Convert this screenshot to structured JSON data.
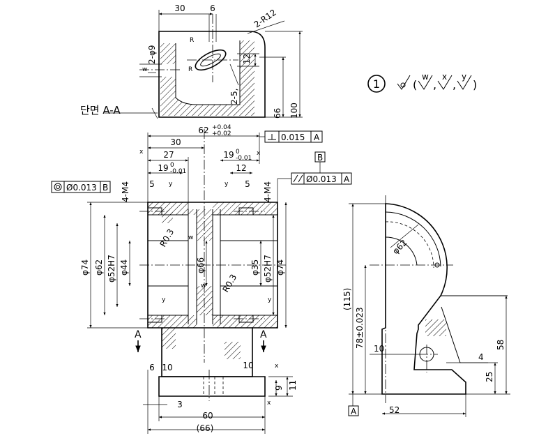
{
  "top_view": {
    "dims": {
      "d30": "30",
      "d6": "6",
      "r12": "2-R12",
      "phi9": "2-φ9",
      "d12": "12",
      "d66": "66",
      "d100": "100",
      "slot": "2-5,",
      "w": "w",
      "r_mark": "R"
    },
    "section_label": "단면 A-A"
  },
  "surface_note": {
    "number": "1",
    "w": "w",
    "x": "x",
    "y": "y"
  },
  "front_view": {
    "d62": "62",
    "d62_tol_upper": "+0.04",
    "d62_tol_lower": "+0.02",
    "d30": "30",
    "d27": "27",
    "d19_left": "19",
    "d19_left_tol_upper": "0",
    "d19_left_tol_lower": "-0.01",
    "d19_right": "19",
    "d19_right_tol_upper": "0",
    "d19_right_tol_lower": "-0.01",
    "d12": "12",
    "d5_left": "5",
    "d5_right": "5",
    "m4_left": "4-M4",
    "m4_right": "4-M4",
    "perp_value": "0.015",
    "perp_datum": "A",
    "conc_value": "Ø0.013",
    "conc_datum": "B",
    "par_value": "Ø0.013",
    "par_datum": "A",
    "datum_b": "B",
    "phi74_left": "φ74",
    "phi62": "φ62",
    "phi52h7_left": "φ52H7",
    "phi44": "φ44",
    "phi66": "φ66",
    "phi35": "φ35",
    "phi52h7_right": "φ52H7",
    "phi74_right": "φ74",
    "r03_left": "R0.3",
    "r03_right": "R0.3",
    "w": "w",
    "x": "x",
    "y": "y",
    "section_a": "A",
    "d6": "6",
    "d10_left": "10",
    "d10_right": "10",
    "d3": "3",
    "d9": "9",
    "d11": "11",
    "d60": "60",
    "d66": "(66)"
  },
  "side_view": {
    "d115": "(115)",
    "d78": "78±0.023",
    "phi62": "φ62",
    "d10": "10",
    "d58": "58",
    "d4": "4",
    "d25": "25",
    "d52": "52",
    "datum_a": "A"
  }
}
